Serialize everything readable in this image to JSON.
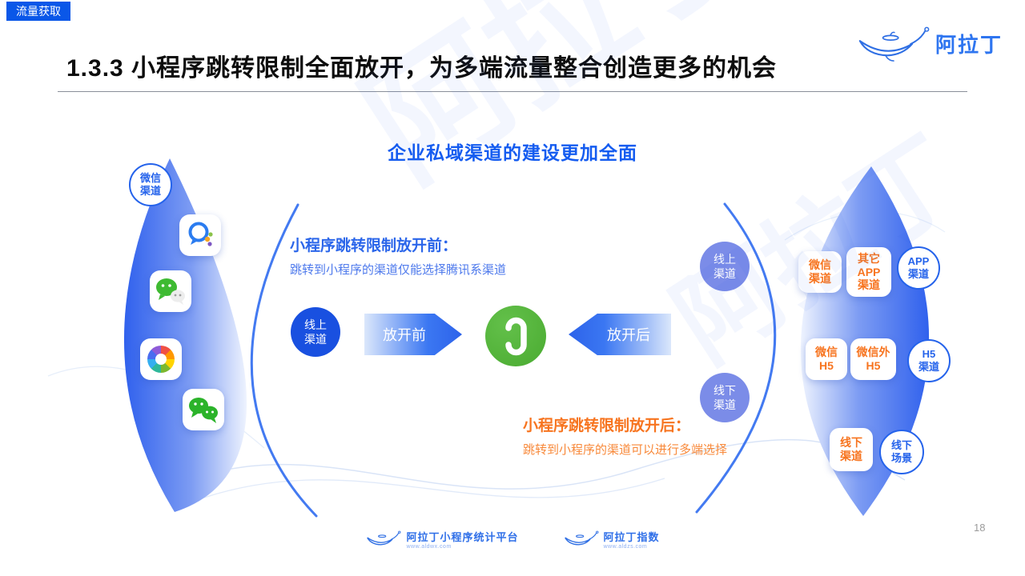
{
  "page": {
    "badge": "流量获取",
    "title": "1.3.3 小程序跳转限制全面放开，为多端流量整合创造更多的机会",
    "brand": "阿拉丁",
    "watermark": "阿拉丁",
    "page_number": "18"
  },
  "diagram": {
    "heading": "企业私域渠道的建设更加全面",
    "before": {
      "title": "小程序跳转限制放开前：",
      "desc": "跳转到小程序的渠道仅能选择腾讯系渠道",
      "arrow_label": "放开前",
      "source_label": "线上\n渠道"
    },
    "after": {
      "title": "小程序跳转限制放开后：",
      "desc": "跳转到小程序的渠道可以进行多端选择",
      "arrow_label": "放开后",
      "source_top_label": "线上\n渠道",
      "source_bottom_label": "线下\n渠道"
    },
    "center_icon": "weapp-icon",
    "left_panel": {
      "label": "微信\n渠道",
      "icons": [
        "wecom-icon",
        "wechat-icon",
        "moments-icon",
        "wechat-chat-icon"
      ]
    },
    "right_panel": {
      "items": [
        {
          "label": "微信\n渠道",
          "style": "box"
        },
        {
          "label": "其它\nAPP\n渠道",
          "style": "box"
        },
        {
          "label": "APP\n渠道",
          "style": "circle"
        },
        {
          "label": "微信\nH5",
          "style": "box"
        },
        {
          "label": "微信外\nH5",
          "style": "box"
        },
        {
          "label": "H5\n渠道",
          "style": "circle"
        },
        {
          "label": "线下\n渠道",
          "style": "box"
        },
        {
          "label": "线下\n场景",
          "style": "circle"
        }
      ]
    }
  },
  "footer": {
    "logos": [
      {
        "name": "阿拉丁小程序统计平台",
        "url": "www.aldwx.com"
      },
      {
        "name": "阿拉丁指数",
        "url": "www.aldzs.com"
      }
    ]
  },
  "colors": {
    "accent_blue": "#0a57e8",
    "heading_blue": "#155cf0",
    "note_blue": "#2b66ea",
    "note_orange": "#f7741f",
    "dark_circle": "#1950e0",
    "periwinkle_circle": "#7b8ce8",
    "weapp_green": "#52b23a",
    "leaf_blue": "#3061ed"
  }
}
